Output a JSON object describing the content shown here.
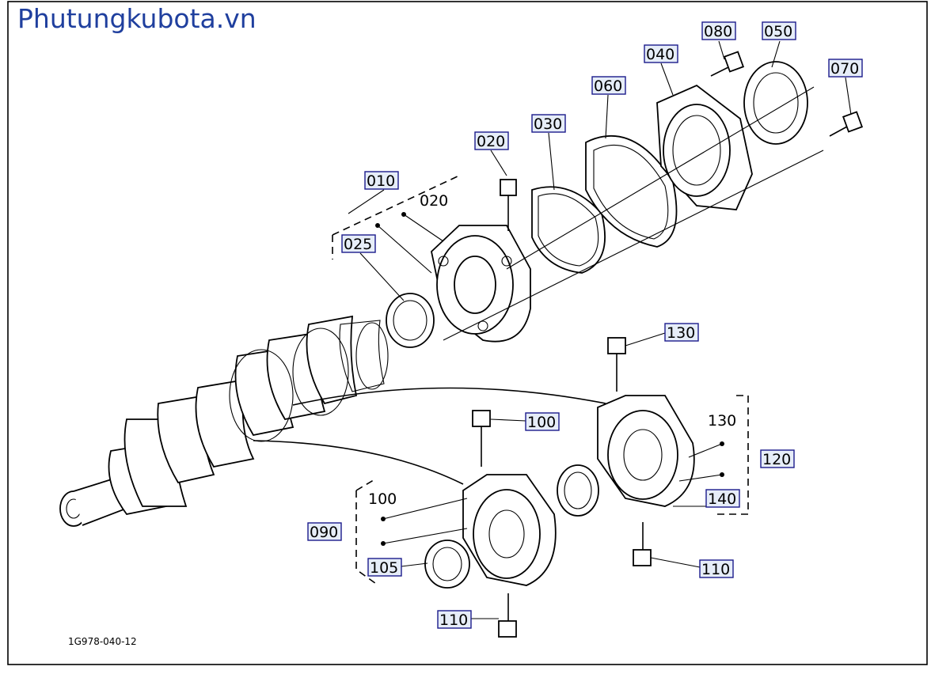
{
  "brand": {
    "text": "Phutungkubota.vn",
    "color": "#1f3f9e"
  },
  "drawing_code": "1G978-040-12",
  "callouts": {
    "p010": "010",
    "p020": "020",
    "p020_group": "020",
    "p025": "025",
    "p030": "030",
    "p040": "040",
    "p050": "050",
    "p060": "060",
    "p070": "070",
    "p080": "080",
    "p090": "090",
    "p100": "100",
    "p100_group": "100",
    "p105": "105",
    "p110_left": "110",
    "p110_right": "110",
    "p120": "120",
    "p130": "130",
    "p130_group": "130",
    "p140": "140"
  }
}
